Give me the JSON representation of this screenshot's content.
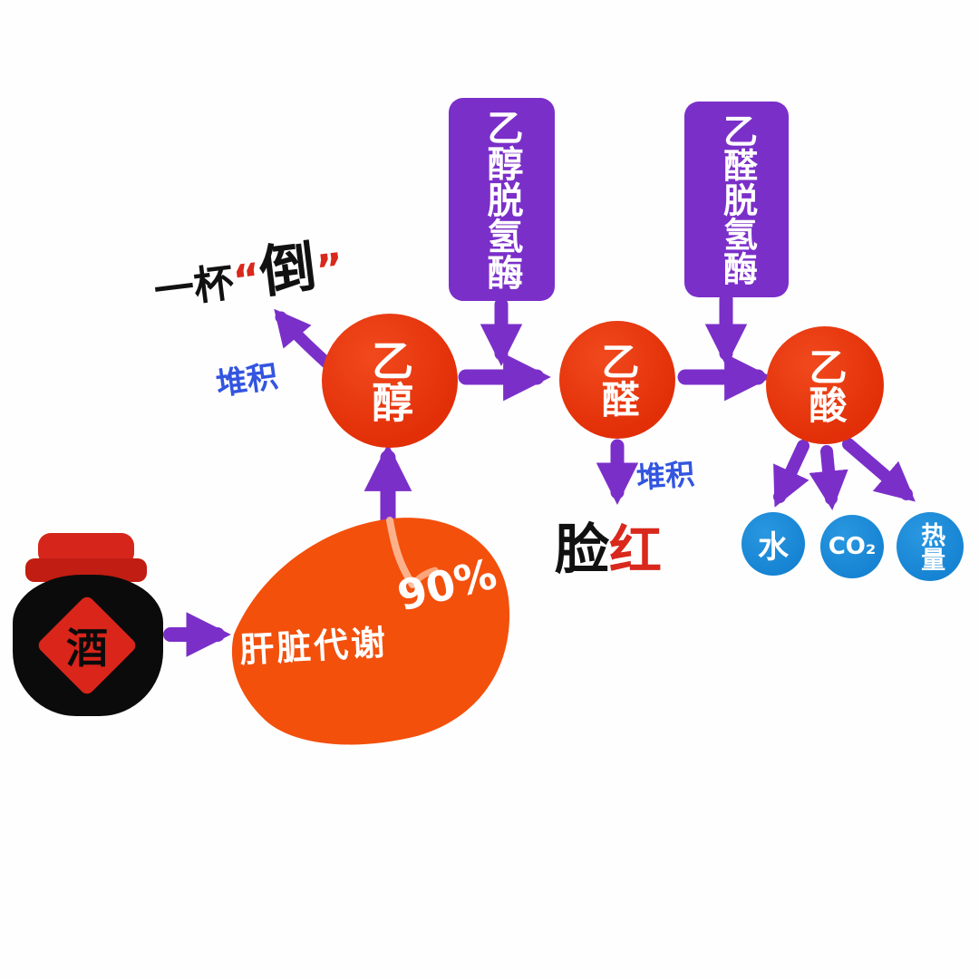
{
  "title": "酒精代谢流程示意图",
  "colors": {
    "purple_arrow": "#7b2fc9",
    "red_node": "#e22f08",
    "blue_node": "#1583d2",
    "blue_label": "#3355e0",
    "red_text": "#d9281c",
    "liver_orange": "#f3500c",
    "jar_red": "#d6251a",
    "jar_black": "#0b0b0b"
  },
  "enzymes": {
    "adh": "乙醇脱氢酶",
    "aldh": "乙醛脱氢酶"
  },
  "nodes": {
    "ethanol": "乙醇",
    "acetaldehyde": "乙醛",
    "acetic_acid": "乙酸",
    "water": "水",
    "co2": "CO₂",
    "heat": "热量"
  },
  "labels": {
    "one_cup": "一杯",
    "quote_open": "“",
    "drunk": "倒",
    "quote_close": "”",
    "accumulate_left": "堆积",
    "accumulate_mid": "堆积",
    "face": "脸",
    "red_flush": "红",
    "liver_metabolism": "肝脏代谢",
    "percent": "90%",
    "wine": "酒"
  }
}
